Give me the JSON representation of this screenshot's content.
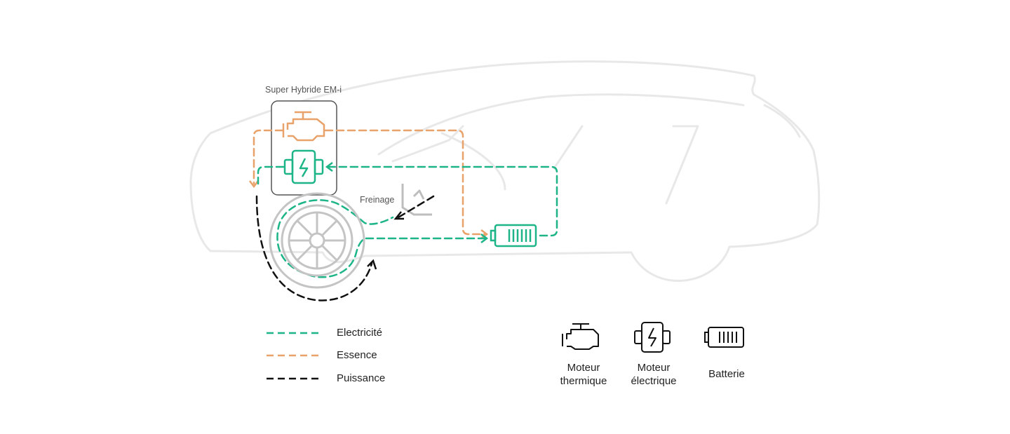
{
  "diagram": {
    "box_title": "Super Hybride EM-i",
    "braking_label": "Freinage"
  },
  "legend": [
    {
      "label": "Electricité",
      "color": "#1db588"
    },
    {
      "label": "Essence",
      "color": "#e8a26a"
    },
    {
      "label": "Puissance",
      "color": "#111111"
    }
  ],
  "icons": {
    "engine": {
      "line1": "Moteur",
      "line2": "thermique"
    },
    "motor": {
      "line1": "Moteur",
      "line2": "électrique"
    },
    "battery": {
      "label": "Batterie"
    }
  },
  "colors": {
    "electricity": "#1db588",
    "petrol": "#e8a26a",
    "power": "#111111",
    "car_outline": "#e6e6e6",
    "wheel": "#bdbdbd"
  }
}
